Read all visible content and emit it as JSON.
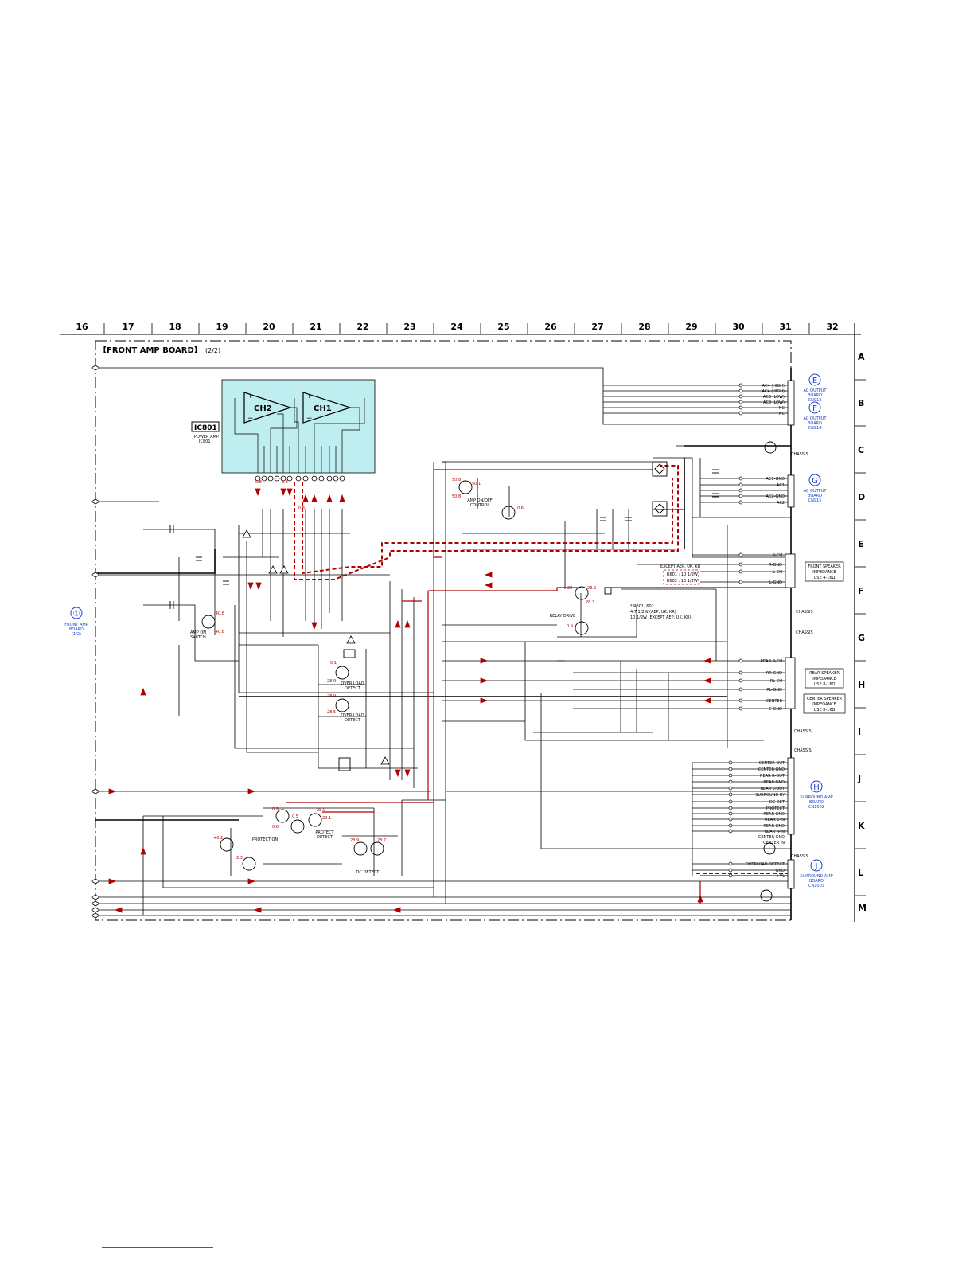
{
  "board_title": "【FRONT AMP BOARD】",
  "board_subtitle": "(2/2)",
  "grid_columns": [
    "16",
    "17",
    "18",
    "19",
    "20",
    "21",
    "22",
    "23",
    "24",
    "25",
    "26",
    "27",
    "28",
    "29",
    "30",
    "31",
    "32"
  ],
  "grid_rows": [
    "A",
    "B",
    "C",
    "D",
    "E",
    "F",
    "G",
    "H",
    "I",
    "J",
    "K",
    "L",
    "M"
  ],
  "ic": {
    "ref": "IC801",
    "desc_1": "POWER AMP",
    "desc_2": "IC801",
    "ch1": "CH1",
    "ch2": "CH2"
  },
  "off_page": {
    "front_amp": {
      "id": "①",
      "l1": "FRONT AMP",
      "l2": "BOARD",
      "l3": "(1/2)"
    },
    "E": {
      "id": "E",
      "l1": "AC OUTPUT",
      "l2": "BOARD",
      "l3": "CN913"
    },
    "F": {
      "id": "F",
      "l1": "AC OUTPUT",
      "l2": "BOARD",
      "l3": "CN914"
    },
    "G": {
      "id": "G",
      "l1": "AC OUTPUT",
      "l2": "BOARD",
      "l3": "CN915"
    },
    "H": {
      "id": "H",
      "l1": "SURROUND AMP",
      "l2": "BOARD",
      "l3": "CN1002"
    },
    "J": {
      "id": "J",
      "l1": "SURROUND AMP",
      "l2": "BOARD",
      "l3": "CN1003"
    }
  },
  "speaker_boxes": {
    "front": [
      "FRONT SPEAKER",
      "IMPEDANCE",
      "USE 4-16Ω"
    ],
    "rear": [
      "REAR SPEAKER",
      "IMPEDANCE",
      "USE 8-16Ω"
    ],
    "center": [
      "CENTER SPEAKER",
      "IMPEDANCE",
      "USE 8-16Ω"
    ]
  },
  "stage_labels": {
    "amp_switch": [
      "AMP ON",
      "SWITCH"
    ],
    "amp_onoff": [
      "AMP ON/OFF",
      "CONTROL"
    ],
    "relay_drive": [
      "RELAY DRIVE"
    ],
    "overload_1": [
      "OVER LOAD",
      "DETECT"
    ],
    "overload_2": [
      "OVER LOAD",
      "DETECT"
    ],
    "protection": [
      "PROTECTION"
    ],
    "protect_detect": [
      "PROTECT",
      "DETECT"
    ],
    "dc_detect": [
      "DC DETECT"
    ]
  },
  "terminals_ac": [
    "AC4 (HIGH)",
    "AC4 (HIGH)",
    "AC3 (LOW)",
    "AC3 (LOW)",
    "NC",
    "NC"
  ],
  "terminals_g": [
    "AC1-GND",
    "AC1",
    "AC2-GND",
    "AC2"
  ],
  "terminals_front": [
    "R-CH",
    "R-GND",
    "L-CH",
    "L-GND"
  ],
  "terminals_rear": [
    "REAR R-CH",
    "RR-GND",
    "RL-CH",
    "RL-GND",
    "CENTER",
    "C-GND"
  ],
  "terminals_h": [
    "CENTER OUT",
    "CENTER GND",
    "REAR R-OUT",
    "REAR GND",
    "REAR L-OUT",
    "SURROUND RY",
    "DC DET",
    "PROTECT",
    "REAR GND",
    "REAR L-IN",
    "REAR GND",
    "REAR R-IN",
    "CENTER GND",
    "CENTER IN"
  ],
  "terminals_j": [
    "OVERLOAD DETECT",
    "GND",
    "+VL"
  ],
  "chassis_label": "CHASSIS",
  "except_note": [
    "EXCEPT AEP, UK, KR",
    "R601 : 10 1/2W",
    "R602 : 10 1/2W"
  ],
  "resistor_note": [
    "* R601, 602",
    "4.7 1/2W (AEP, UK, KR)",
    "10 1/2W (EXCEPT AEP, UK, KR)"
  ],
  "colors": {
    "ic_fill": "#bfeef0",
    "signal_red": "#b00000",
    "link_blue": "#1a3fd0",
    "line": "#000000"
  }
}
